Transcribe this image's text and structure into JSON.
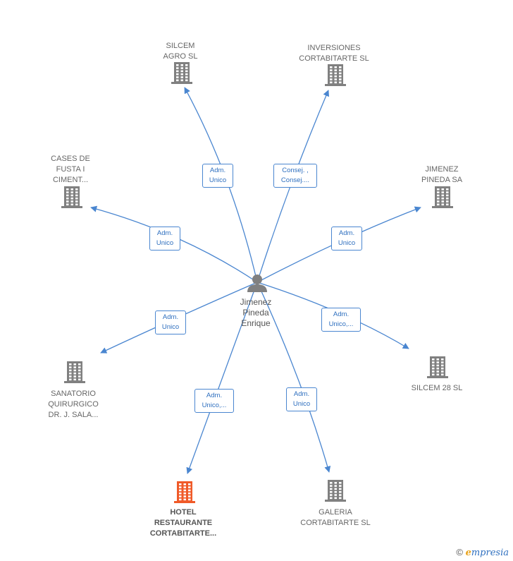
{
  "center": {
    "name": "Jimenez\nPineda\nEnrique"
  },
  "nodes": [
    {
      "id": "silcem-agro",
      "label": "SILCEM\nAGRO  SL",
      "highlight": false
    },
    {
      "id": "inversiones",
      "label": "INVERSIONES\nCORTABITARTE SL",
      "highlight": false
    },
    {
      "id": "cases-de-fusta",
      "label": "CASES DE\nFUSTA I\nCIMENT...",
      "highlight": false
    },
    {
      "id": "jimenez-pineda-sa",
      "label": "JIMENEZ\nPINEDA SA",
      "highlight": false
    },
    {
      "id": "sanatorio",
      "label": "SANATORIO\nQUIRURGICO\nDR.  J. SALA...",
      "highlight": false
    },
    {
      "id": "silcem-28",
      "label": "SILCEM 28  SL",
      "highlight": false
    },
    {
      "id": "hotel",
      "label": "HOTEL\nRESTAURANTE\nCORTABITARTE...",
      "highlight": true
    },
    {
      "id": "galeria",
      "label": "GALERIA\nCORTABITARTE SL",
      "highlight": false
    }
  ],
  "edges": [
    {
      "to": "silcem-agro",
      "label": "Adm.\nUnico"
    },
    {
      "to": "inversiones",
      "label": "Consej. ,\nConsej...."
    },
    {
      "to": "cases-de-fusta",
      "label": "Adm.\nUnico"
    },
    {
      "to": "jimenez-pineda-sa",
      "label": "Adm.\nUnico"
    },
    {
      "to": "sanatorio",
      "label": "Adm.\nUnico"
    },
    {
      "to": "silcem-28",
      "label": "Adm.\nUnico,..."
    },
    {
      "to": "hotel",
      "label": "Adm.\nUnico,..."
    },
    {
      "to": "galeria",
      "label": "Adm.\nUnico"
    }
  ],
  "colors": {
    "edge": "#4a86d0",
    "building": "#808080",
    "highlight": "#f05a28"
  },
  "watermark": {
    "symbol": "©",
    "brand_first": "e",
    "brand_rest": "mpresia"
  }
}
